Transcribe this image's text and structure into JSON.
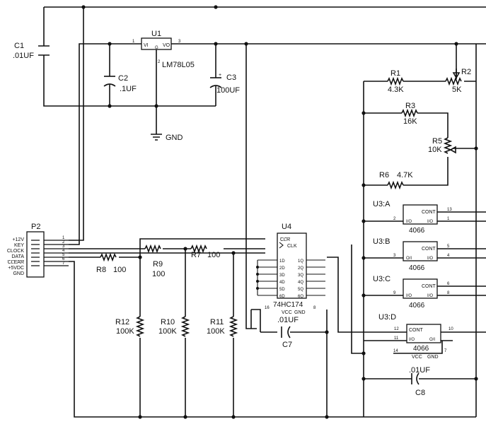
{
  "components": {
    "c1": {
      "ref": "C1",
      "value": ".01UF"
    },
    "u1": {
      "ref": "U1",
      "part": "LM78L05",
      "pin_vi": "VI",
      "pin_vo": "VO",
      "pin_g": "G",
      "pin1": "1",
      "pin3": "3",
      "pin2": "2"
    },
    "c2": {
      "ref": "C2",
      "value": ".1UF"
    },
    "c3": {
      "ref": "C3",
      "value": "100UF"
    },
    "gnd": {
      "label": "GND"
    },
    "r1": {
      "ref": "R1",
      "value": "4.3K"
    },
    "r2": {
      "ref": "R2",
      "value": "5K"
    },
    "r3": {
      "ref": "R3",
      "value": "16K"
    },
    "r5": {
      "ref": "R5",
      "value": "10K"
    },
    "r6": {
      "ref": "R6",
      "value": "4.7K"
    },
    "r7": {
      "ref": "R7",
      "value": "100"
    },
    "r8": {
      "ref": "R8",
      "value": "100"
    },
    "r9": {
      "ref": "R9",
      "value": "100"
    },
    "r10": {
      "ref": "R10",
      "value": "100K"
    },
    "r11": {
      "ref": "R11",
      "value": "100K"
    },
    "r12": {
      "ref": "R12",
      "value": "100K"
    },
    "u4": {
      "ref": "U4",
      "part": "74HC174",
      "clr": "CLR",
      "clk": "CLK",
      "vcc": "VCC",
      "gnd": "GND",
      "pin16": "16",
      "pin8": "8",
      "inputs": [
        "1D",
        "2D",
        "3D",
        "4D",
        "5D",
        "6D"
      ],
      "outputs": [
        "1Q",
        "2Q",
        "3Q",
        "4Q",
        "5Q",
        "6Q"
      ]
    },
    "c7": {
      "ref": "C7",
      "value": ".01UF"
    },
    "c8": {
      "ref": "C8",
      "value": ".01UF"
    },
    "u3a": {
      "ref": "U3:A",
      "part": "4066",
      "cont": "CONT",
      "io1": "I/O",
      "io2": "I/O",
      "pin_a": "13",
      "pin_b": "1",
      "pin_c": "2"
    },
    "u3b": {
      "ref": "U3:B",
      "part": "4066",
      "cont": "CONT",
      "io1": "O/I",
      "io2": "I/O",
      "pin_a": "5",
      "pin_b": "4",
      "pin_c": "3"
    },
    "u3c": {
      "ref": "U3:C",
      "part": "4066",
      "cont": "CONT",
      "io1": "I/O",
      "io2": "I/O",
      "pin_a": "6",
      "pin_b": "8",
      "pin_c": "9"
    },
    "u3d": {
      "ref": "U3:D",
      "part": "4066",
      "cont": "CONT",
      "io1": "I/O",
      "io2": "O/I",
      "pin_a": "12",
      "pin_b": "11",
      "pin_c": "10",
      "vcc": "VCC",
      "gnd": "GND",
      "pin14": "14",
      "pin7": "7"
    }
  },
  "connector": {
    "ref": "P2",
    "pins": [
      {
        "num": "1",
        "label": "+12V"
      },
      {
        "num": "2",
        "label": "KEY"
      },
      {
        "num": "3",
        "label": "CLOCK"
      },
      {
        "num": "4",
        "label": "DATA"
      },
      {
        "num": "5",
        "label": "CLEAR"
      },
      {
        "num": "6",
        "label": "+5VDC"
      },
      {
        "num": "7",
        "label": "GND"
      }
    ]
  }
}
